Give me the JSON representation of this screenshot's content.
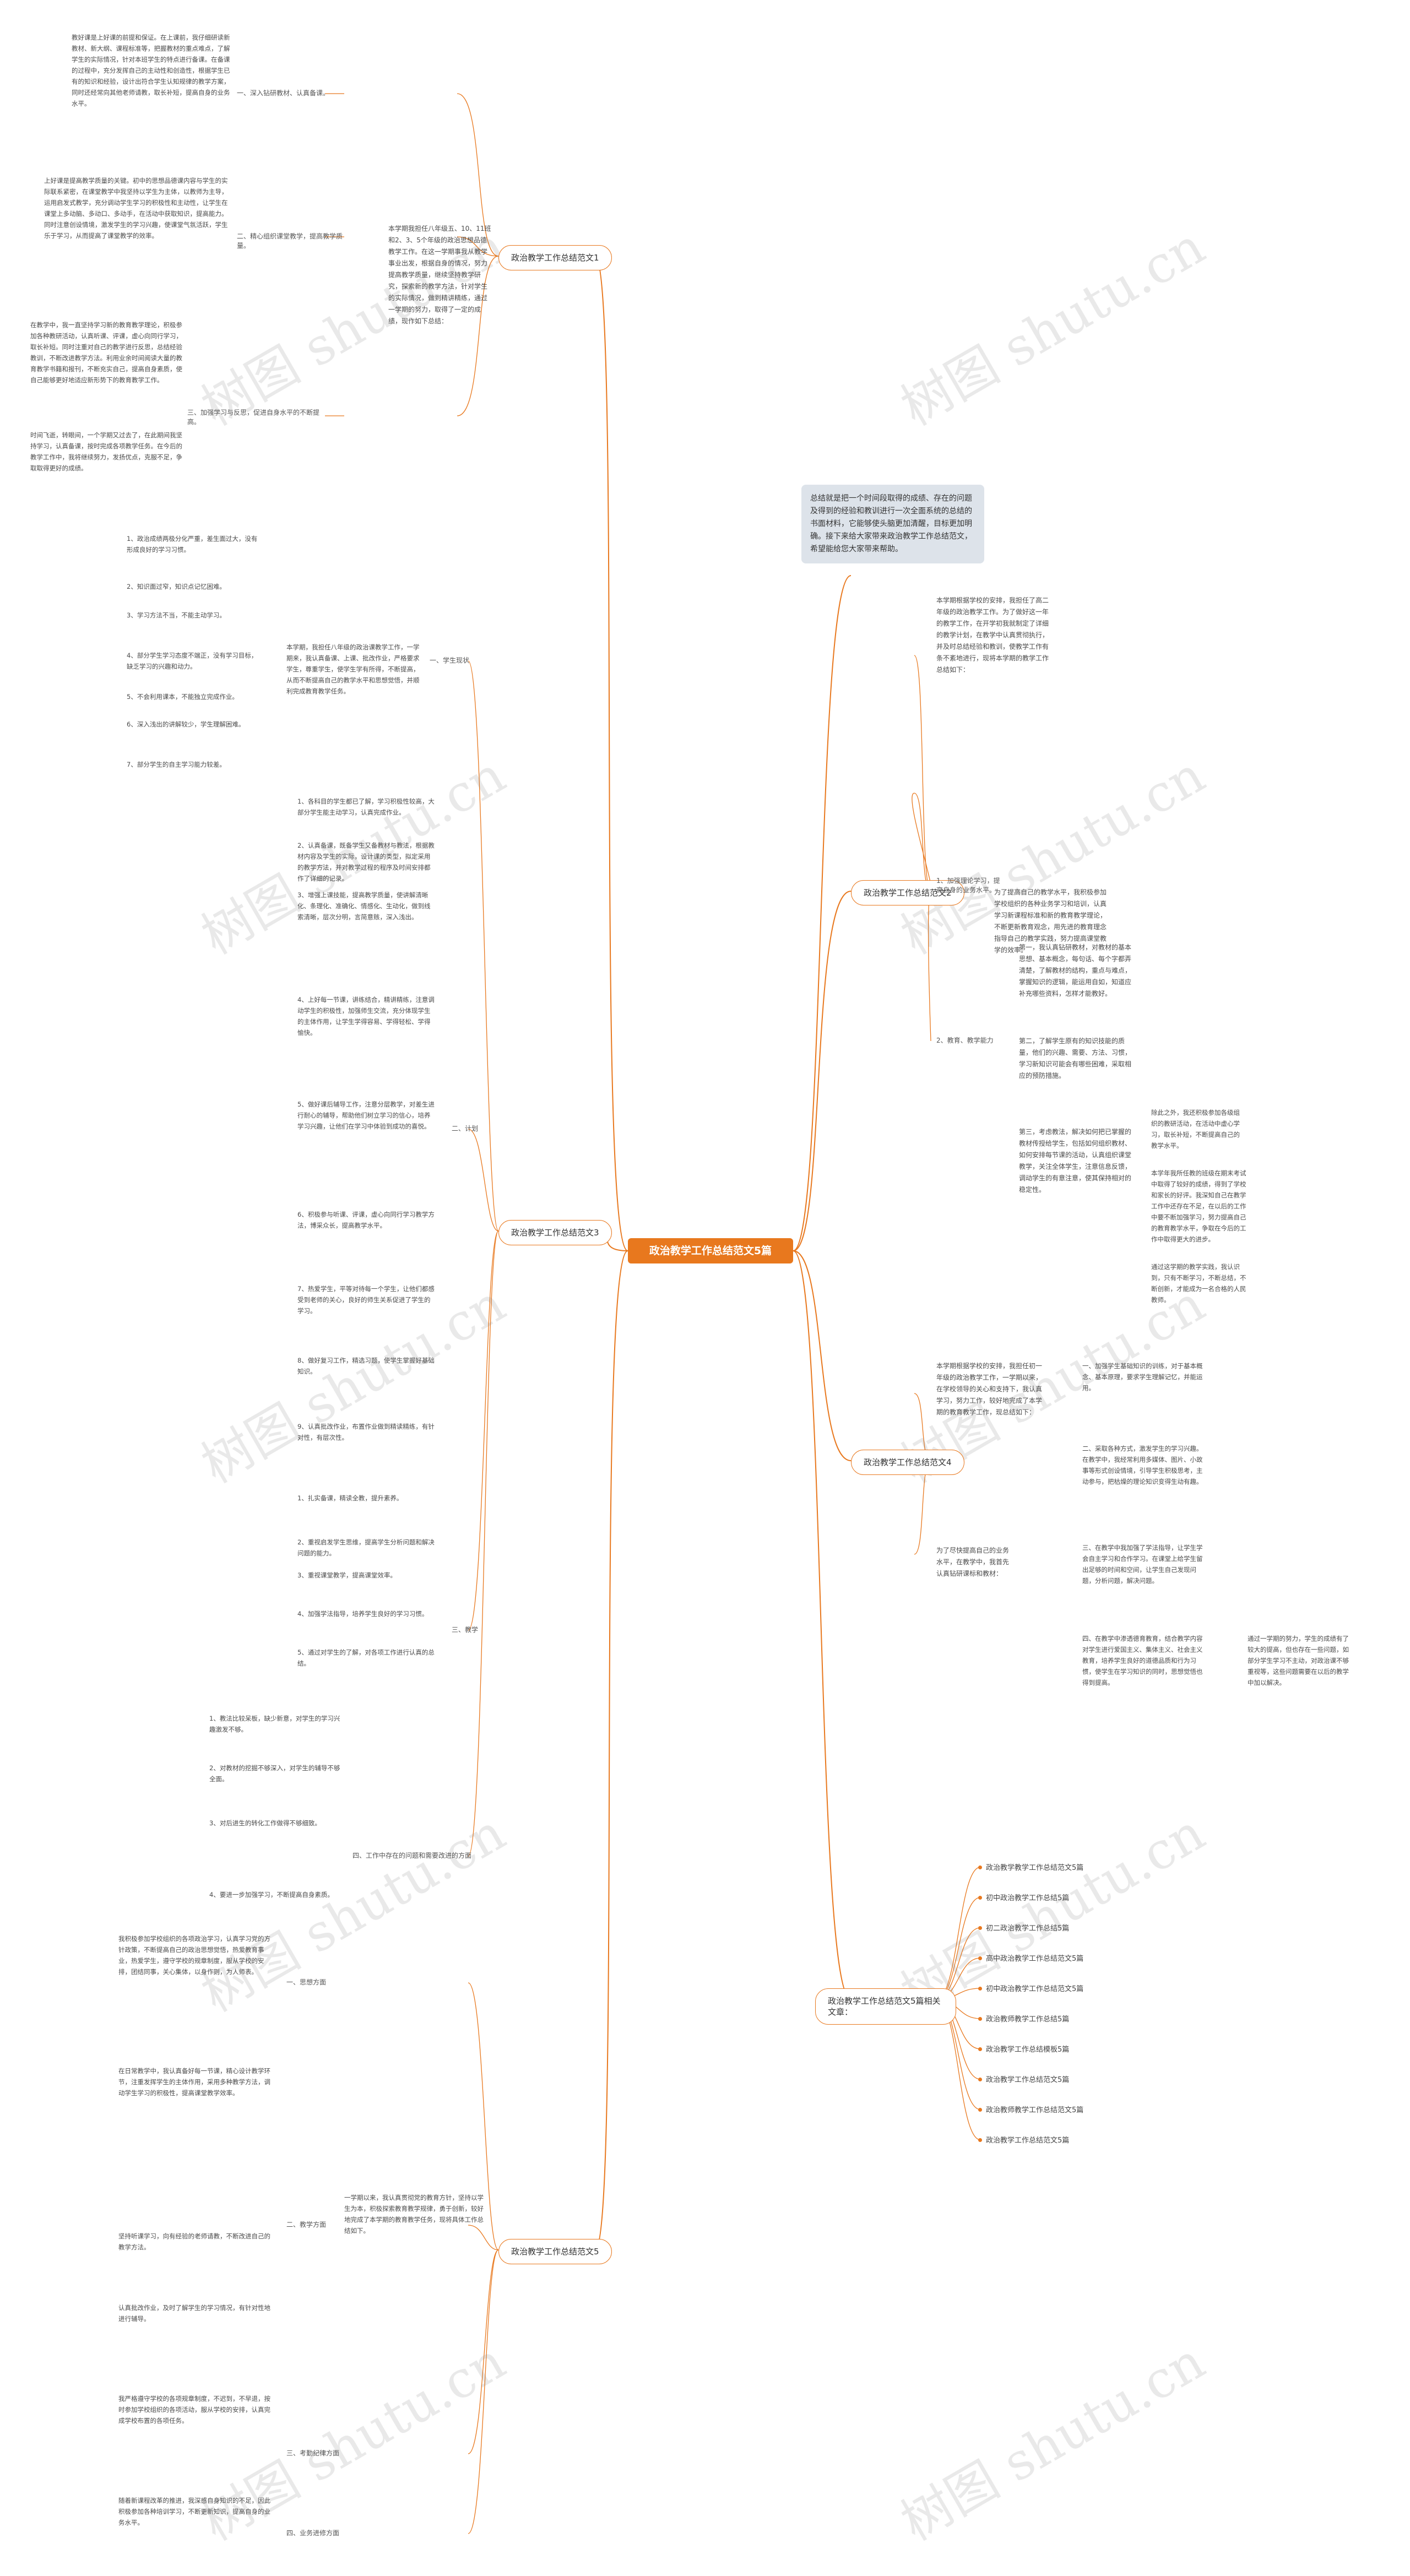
{
  "root": {
    "title": "政治教学工作总结范文5篇"
  },
  "summary": "总结就是把一个时间段取得的成绩、存在的问题及得到的经验和教训进行一次全面系统的总结的书面材料，它能够使头脑更加清醒，目标更加明确。接下来给大家带来政治教学工作总结范文，希望能给您大家带来帮助。",
  "branches": {
    "b1": "政治教学工作总结范文1",
    "b2": "政治教学工作总结范文2",
    "b3": "政治教学工作总结范文3",
    "b4": "政治教学工作总结范文4",
    "b5": "政治教学工作总结范文5",
    "b6": "政治教学工作总结范文5篇相关文章："
  },
  "b1": {
    "intro": "本学期我担任八年级五、10、11班和2、3、5个年级的政治思想品德教学工作。在这一学期事我从教学事业出发，根据自身的情况，努力提高教学质量，继续坚持教学研究，探索新的教学方法，针对学生的实际情况，做到精讲精练，通过一学期的努力，取得了一定的成绩，现作如下总结：",
    "items": [
      {
        "label": "一、深入钻研教材、认真备课。",
        "text": "教好课是上好课的前提和保证。在上课前，我仔细研读新教材、新大纲、课程标准等，把握教材的重点难点，了解学生的实际情况，针对本班学生的特点进行备课。在备课的过程中，充分发挥自己的主动性和创造性，根据学生已有的知识和经验，设计出符合学生认知规律的教学方案，同时还经常向其他老师请教，取长补短，提高自身的业务水平。"
      },
      {
        "label": "二、精心组织课堂教学，提高教学质量。",
        "text": "上好课是提高教学质量的关键。初中的思想品德课内容与学生的实际联系紧密，在课堂教学中我坚持以学生为主体，以教师为主导，运用启发式教学，充分调动学生学习的积极性和主动性，让学生在课堂上多动脑、多动口、多动手，在活动中获取知识，提高能力。同时注意创设情境，激发学生的学习兴趣，使课堂气氛活跃，学生乐于学习，从而提高了课堂教学的效率。"
      },
      {
        "label": "三、加强学习与反思，促进自身水平的不断提高。",
        "text": "在教学中，我一直坚持学习新的教育教学理论，积极参加各种教研活动，认真听课、评课，虚心向同行学习，取长补短。同时注重对自己的教学进行反思，总结经验教训，不断改进教学方法。利用业余时间阅读大量的教育教学书籍和报刊，不断充实自己，提高自身素质，使自己能够更好地适应新形势下的教育教学工作。"
      }
    ],
    "extra": "时间飞逝，转眼间，一个学期又过去了，在此期间我坚持学习，认真备课，按时完成各项教学任务。在今后的教学工作中，我将继续努力，发扬优点，克服不足，争取取得更好的成绩。"
  },
  "b2": {
    "intro": "本学期根据学校的安排，我担任了高二年级的政治教学工作。为了做好这一年的教学工作，在开学初我就制定了详细的教学计划，在教学中认真贯彻执行，并及时总结经验和教训，使教学工作有条不紊地进行，现将本学期的教学工作总结如下：",
    "item1_label": "1、加强理论学习，提高自身的业务水平。",
    "item1_text": "为了提高自己的教学水平，我积极参加学校组织的各种业务学习和培训，认真学习新课程标准和新的教育教学理论，不断更新教育观念，用先进的教育理念指导自己的教学实践，努力提高课堂教学的效率。",
    "item2_label": "2、教育、教学能力",
    "paras": [
      "第一，我认真钻研教材，对教材的基本思想、基本概念，每句话、每个字都弄清楚，了解教材的结构，重点与难点，掌握知识的逻辑，能运用自如，知道应补充哪些资料，怎样才能教好。",
      "第二，了解学生原有的知识技能的质量，他们的兴趣、需要、方法、习惯，学习新知识可能会有哪些困难，采取相应的预防措施。",
      "第三，考虑教法，解决如何把已掌握的教材传授给学生，包括如何组织教材、如何安排每节课的活动，认真组织课堂教学，关注全体学生，注意信息反馈，调动学生的有意注意，使其保持相对的稳定性。"
    ],
    "sidebox1": "除此之外，我还积极参加各级组织的教研活动，在活动中虚心学习，取长补短，不断提高自己的教学水平。",
    "sidebox2": "本学年我所任教的班级在期末考试中取得了较好的成绩，得到了学校和家长的好评。我深知自己在教学工作中还存在不足，在以后的工作中要不断加强学习，努力提高自己的教育教学水平，争取在今后的工作中取得更大的进步。",
    "sidebox3": "通过这学期的教学实践，我认识到，只有不断学习，不断总结，不断创新，才能成为一名合格的人民教师。"
  },
  "b3": {
    "intro": "本学期，我担任八年级的政治课教学工作，一学期来，我认真备课、上课、批改作业，严格要求学生，尊重学生，使学生学有所得，不断提高，从而不断提高自己的教学水平和思想觉悟，并顺利完成教育教学任务。",
    "s1_label": "一、学生现状",
    "s1_items": [
      "1、政治成绩两极分化严重，差生面过大，没有形成良好的学习习惯。",
      "2、知识面过窄，知识点记忆困难。",
      "3、学习方法不当，不能主动学习。",
      "4、部分学生学习态度不端正，没有学习目标，缺乏学习的兴趣和动力。",
      "5、不会利用课本，不能独立完成作业。",
      "6、深入浅出的讲解较少，学生理解困难。",
      "7、部分学生的自主学习能力较差。"
    ],
    "s2_label": "二、计划",
    "s2_items": [
      "1、各科目的学生都已了解，学习积极性较高，大部分学生能主动学习，认真完成作业。",
      "2、认真备课，既备学生又备教材与教法，根据教材内容及学生的实际，设计课的类型，拟定采用的教学方法，并对教学过程的程序及时间安排都作了详细的记录。",
      "3、增强上课技能，提高教学质量，使讲解清晰化、条理化、准确化、情感化、生动化，做到线索清晰，层次分明，言简意赅，深入浅出。",
      "4、上好每一节课，讲练结合，精讲精练，注意调动学生的积极性，加强师生交流，充分体现学生的主体作用，让学生学得容易、学得轻松、学得愉快。",
      "5、做好课后辅导工作，注意分层教学，对差生进行耐心的辅导，帮助他们树立学习的信心，培养学习兴趣，让他们在学习中体验到成功的喜悦。",
      "6、积极参与听课、评课，虚心向同行学习教学方法，博采众长，提高教学水平。",
      "7、热爱学生，平等对待每一个学生，让他们都感受到老师的关心，良好的师生关系促进了学生的学习。",
      "8、做好复习工作，精选习题，使学生掌握好基础知识。",
      "9、认真批改作业，布置作业做到精读精练，有针对性，有层次性。"
    ],
    "s3_label": "三、教学",
    "s3_items": [
      "1、扎实备课，精读全教，提升素养。",
      "2、重视启发学生思维，提高学生分析问题和解决问题的能力。",
      "3、重视课堂教学，提高课堂效率。",
      "4、加强学法指导，培养学生良好的学习习惯。",
      "5、通过对学生的了解，对各项工作进行认真的总结。"
    ],
    "s4_label": "四、工作中存在的问题和需要改进的方面",
    "s4_items": [
      "1、教法比较呆板，缺少新意，对学生的学习兴趣激发不够。",
      "2、对教材的挖掘不够深入，对学生的辅导不够全面。",
      "3、对后进生的转化工作做得不够细致。",
      "4、要进一步加强学习，不断提高自身素质。"
    ]
  },
  "b4": {
    "intro": "本学期根据学校的安排，我担任初一年级的政治教学工作，一学期以来，在学校领导的关心和支持下，我认真学习，努力工作，较好地完成了本学期的教育教学工作，现总结如下：",
    "lead": "为了尽快提高自己的业务水平，在教学中，我首先认真钻研课标和教材：",
    "paras": [
      "一、加强学生基础知识的训练，对于基本概念、基本原理，要求学生理解记忆，并能运用。",
      "二、采取各种方式，激发学生的学习兴趣。在教学中，我经常利用多媒体、图片、小故事等形式创设情境，引导学生积极思考，主动参与，把枯燥的理论知识变得生动有趣。",
      "三、在教学中我加强了学法指导，让学生学会自主学习和合作学习。在课堂上给学生留出足够的时间和空间，让学生自己发现问题，分析问题，解决问题。",
      "四、在教学中渗透德育教育，结合教学内容对学生进行爱国主义、集体主义、社会主义教育，培养学生良好的道德品质和行为习惯，使学生在学习知识的同时，思想觉悟也得到提高。"
    ],
    "side": "通过一学期的努力，学生的成绩有了较大的提高，但也存在一些问题，如部分学生学习不主动，对政治课不够重视等，这些问题需要在以后的教学中加以解决。"
  },
  "b5": {
    "intro": "一学期以来，我认真贯彻党的教育方针，坚持以学生为本，积极探索教育教学规律，勇于创新，较好地完成了本学期的教育教学任务，现将具体工作总结如下。",
    "s1_label": "一、思想方面",
    "s1_text": "我积极参加学校组织的各项政治学习，认真学习党的方针政策，不断提高自己的政治思想觉悟，热爱教育事业，热爱学生，遵守学校的规章制度，服从学校的安排，团结同事，关心集体，以身作则，为人师表。",
    "s2_label": "二、教学方面",
    "s2_items": [
      "在日常教学中，我认真备好每一节课，精心设计教学环节，注重发挥学生的主体作用，采用多种教学方法，调动学生学习的积极性，提高课堂教学效率。",
      "坚持听课学习，向有经验的老师请教，不断改进自己的教学方法。",
      "认真批改作业，及时了解学生的学习情况，有针对性地进行辅导。"
    ],
    "s3_label": "三、考勤纪律方面",
    "s3_text": "我严格遵守学校的各项规章制度，不迟到，不早退，按时参加学校组织的各项活动，服从学校的安排，认真完成学校布置的各项任务。",
    "s4_label": "四、业务进修方面",
    "s4_text": "随着新课程改革的推进，我深感自身知识的不足，因此积极参加各种培训学习，不断更新知识，提高自身的业务水平。"
  },
  "b6": {
    "links": [
      "政治教学教学工作总结范文5篇",
      "初中政治教学工作总结5篇",
      "初二政治教学工作总结5篇",
      "高中政治教学工作总结范文5篇",
      "初中政治教学工作总结范文5篇",
      "政治教师教学工作总结5篇",
      "政治教学工作总结模板5篇",
      "政治教学工作总结范文5篇",
      "政治教师教学工作总结范文5篇",
      "政治教学工作总结范文5篇"
    ]
  },
  "watermark": "树图 shutu.cn",
  "colors": {
    "accent": "#e8781e",
    "summary_bg": "#dde3ea",
    "line": "#e8781e"
  }
}
